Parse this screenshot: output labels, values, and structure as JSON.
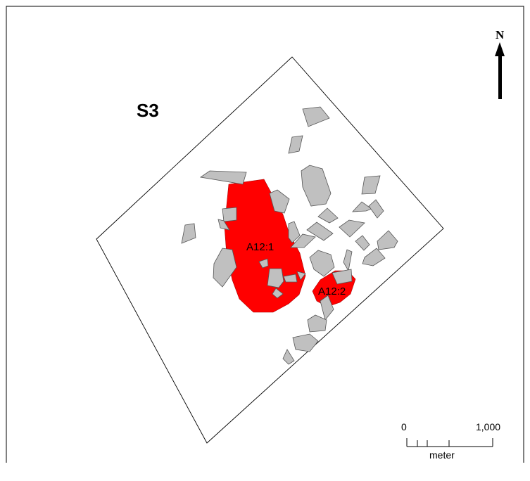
{
  "map": {
    "site_label": "S3",
    "colors": {
      "background": "#ffffff",
      "frame": "#000000",
      "stone_fill": "#c0c0c0",
      "stone_stroke": "#555555",
      "feature_fill": "#ff0000"
    },
    "features": [
      {
        "id": "A12-1",
        "label": "A12:1"
      },
      {
        "id": "A12-2",
        "label": "A12:2"
      }
    ],
    "north_arrow": {
      "label": "N",
      "icon": "north-arrow-icon"
    },
    "scale_bar": {
      "min_label": "0",
      "max_label": "1,000",
      "unit": "meter"
    }
  }
}
